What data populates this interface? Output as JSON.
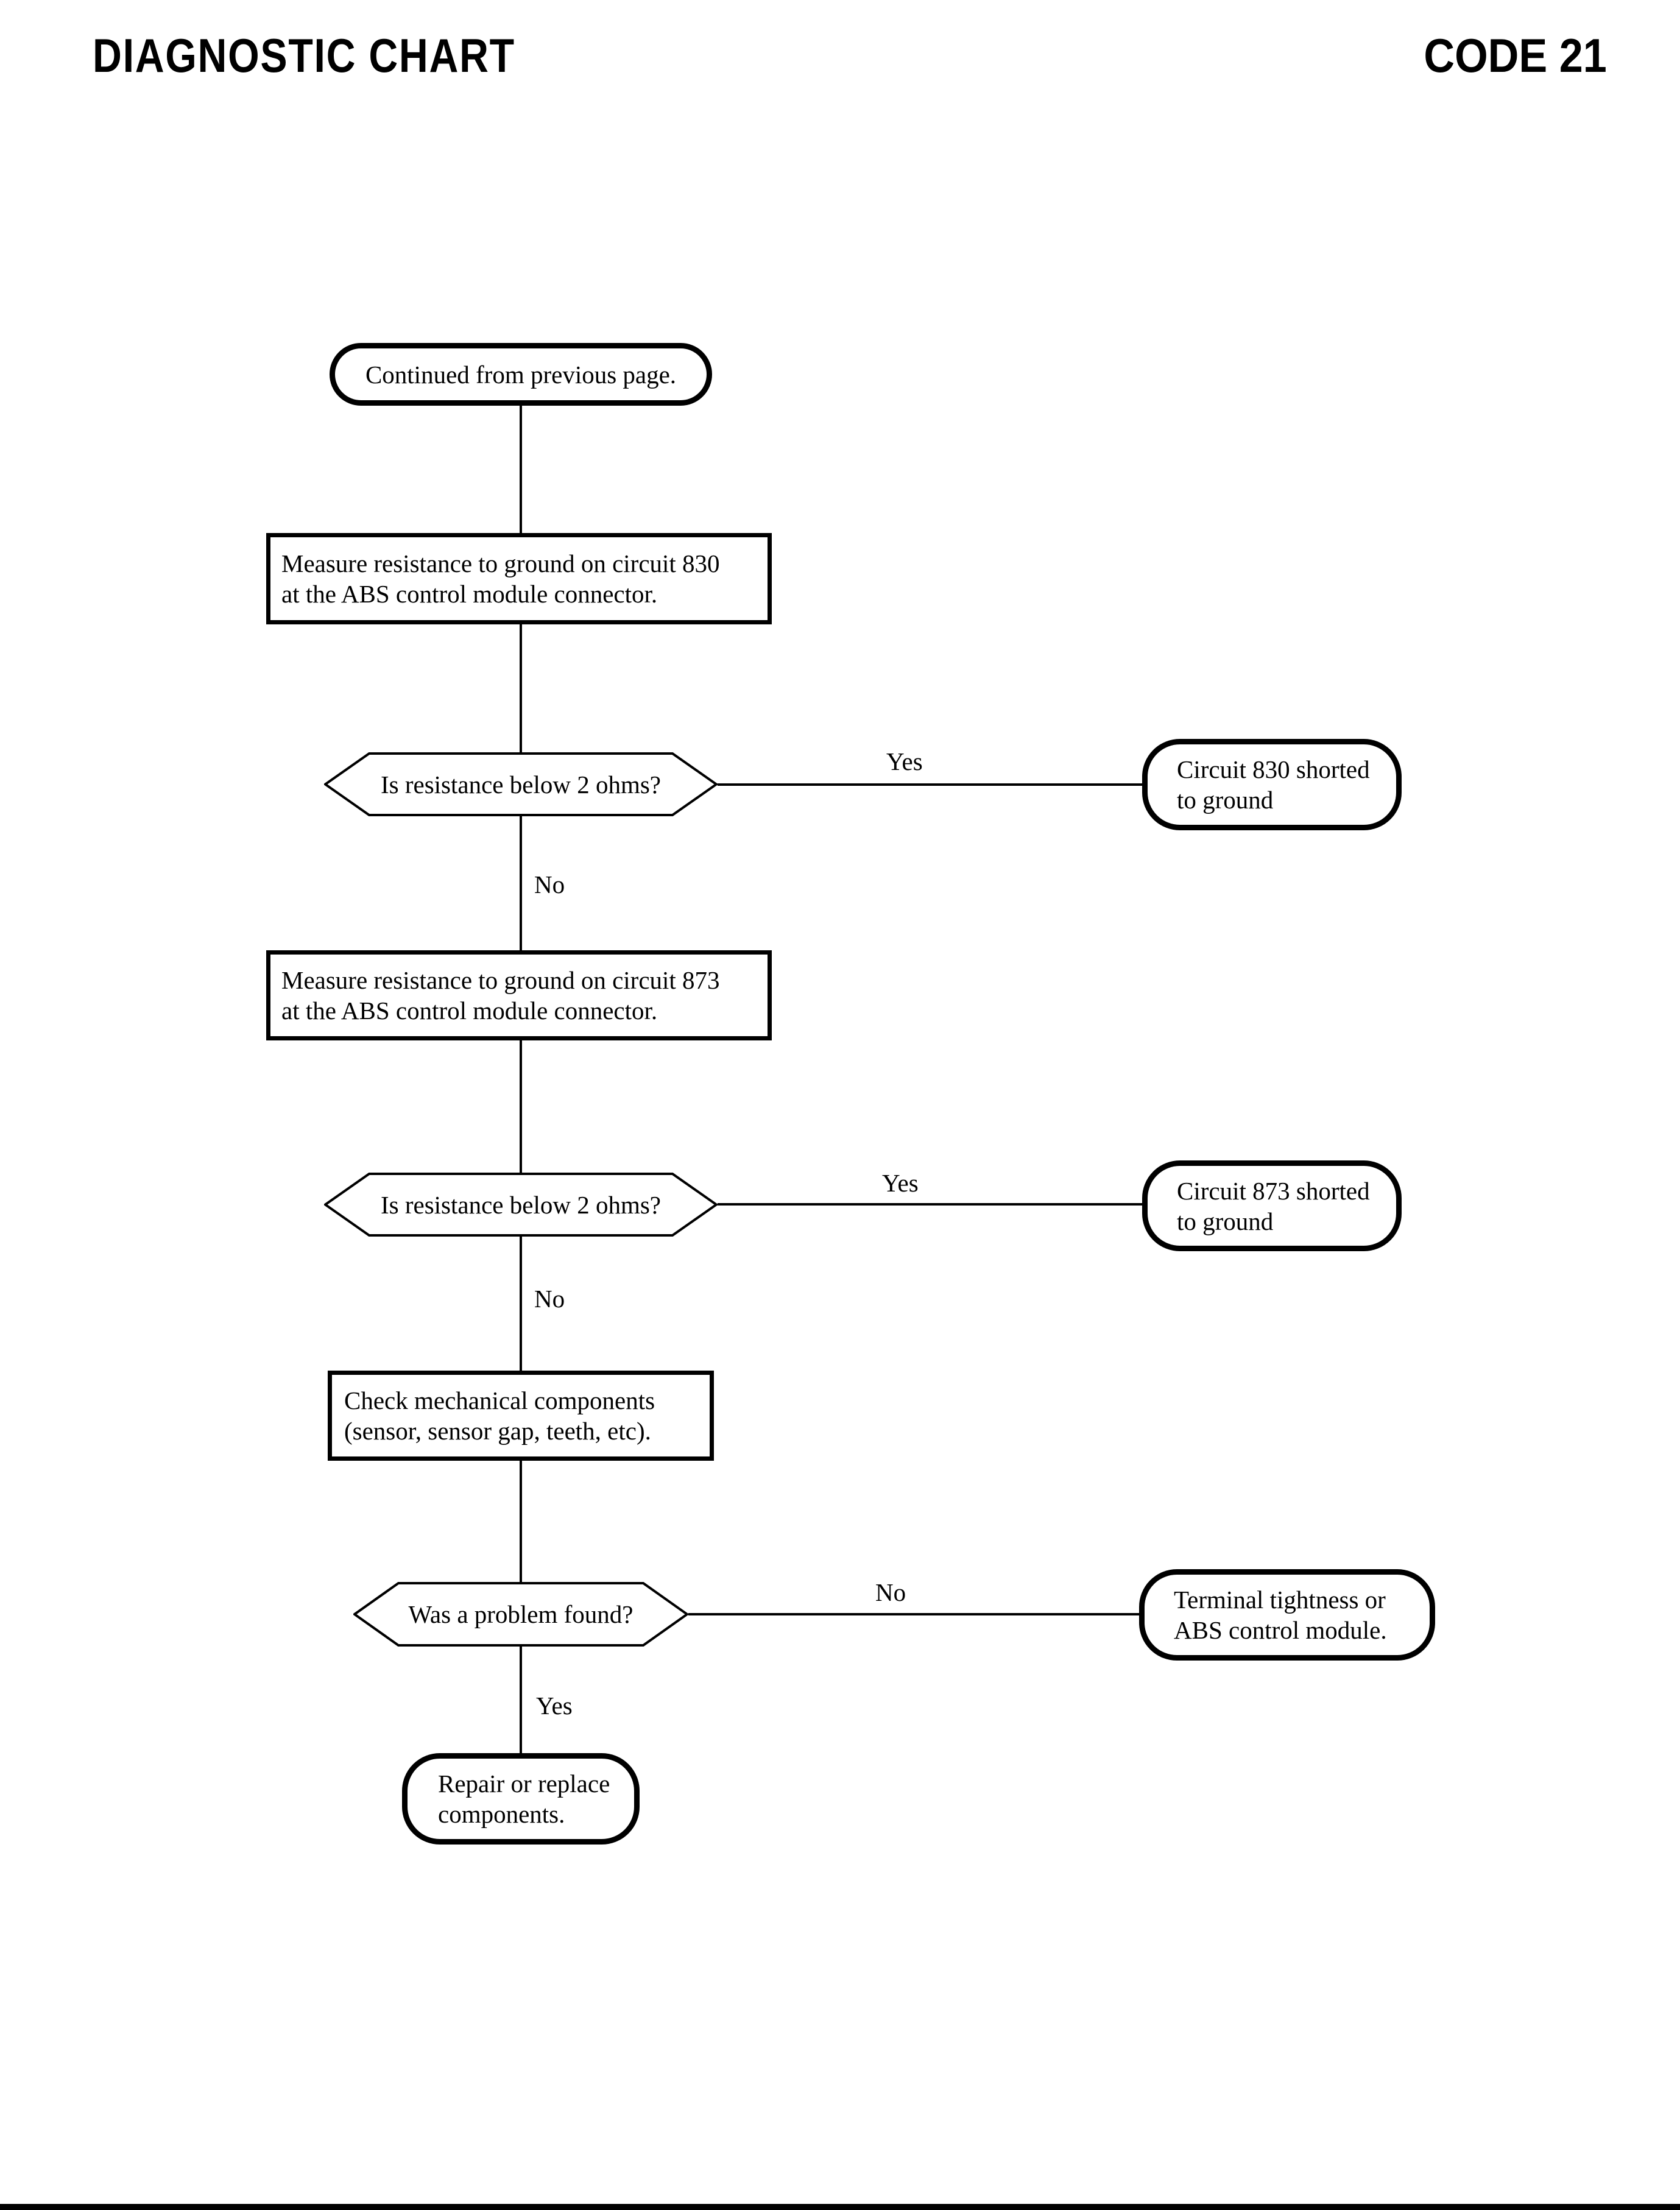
{
  "header": {
    "title": "DIAGNOSTIC CHART",
    "code": "CODE 21"
  },
  "flow": {
    "start": {
      "label": "Continued from previous page."
    },
    "measure_830": {
      "lines": [
        "Measure resistance to ground on circuit 830",
        "at the ABS control module connector."
      ]
    },
    "resistance_check_1": {
      "label": "Is resistance below 2 ohms?",
      "yes": "Yes",
      "no": "No"
    },
    "circuit_830_shorted": {
      "lines": [
        "Circuit 830 shorted",
        "to ground"
      ]
    },
    "measure_873": {
      "lines": [
        "Measure resistance to ground on circuit 873",
        "at the ABS control module connector."
      ]
    },
    "resistance_check_2": {
      "label": "Is resistance below 2 ohms?",
      "yes": "Yes",
      "no": "No"
    },
    "circuit_873_shorted": {
      "lines": [
        "Circuit 873 shorted",
        "to ground"
      ]
    },
    "check_mechanical": {
      "lines": [
        "Check mechanical components",
        "(sensor, sensor gap, teeth, etc)."
      ]
    },
    "problem_found": {
      "label": "Was a problem found?",
      "yes": "Yes",
      "no": "No"
    },
    "terminal_tightness": {
      "lines": [
        "Terminal tightness or",
        "ABS control module."
      ]
    },
    "repair_replace": {
      "lines": [
        "Repair or replace",
        "components."
      ]
    }
  },
  "colors": {
    "ink": "#000000",
    "paper": "#ffffff"
  }
}
